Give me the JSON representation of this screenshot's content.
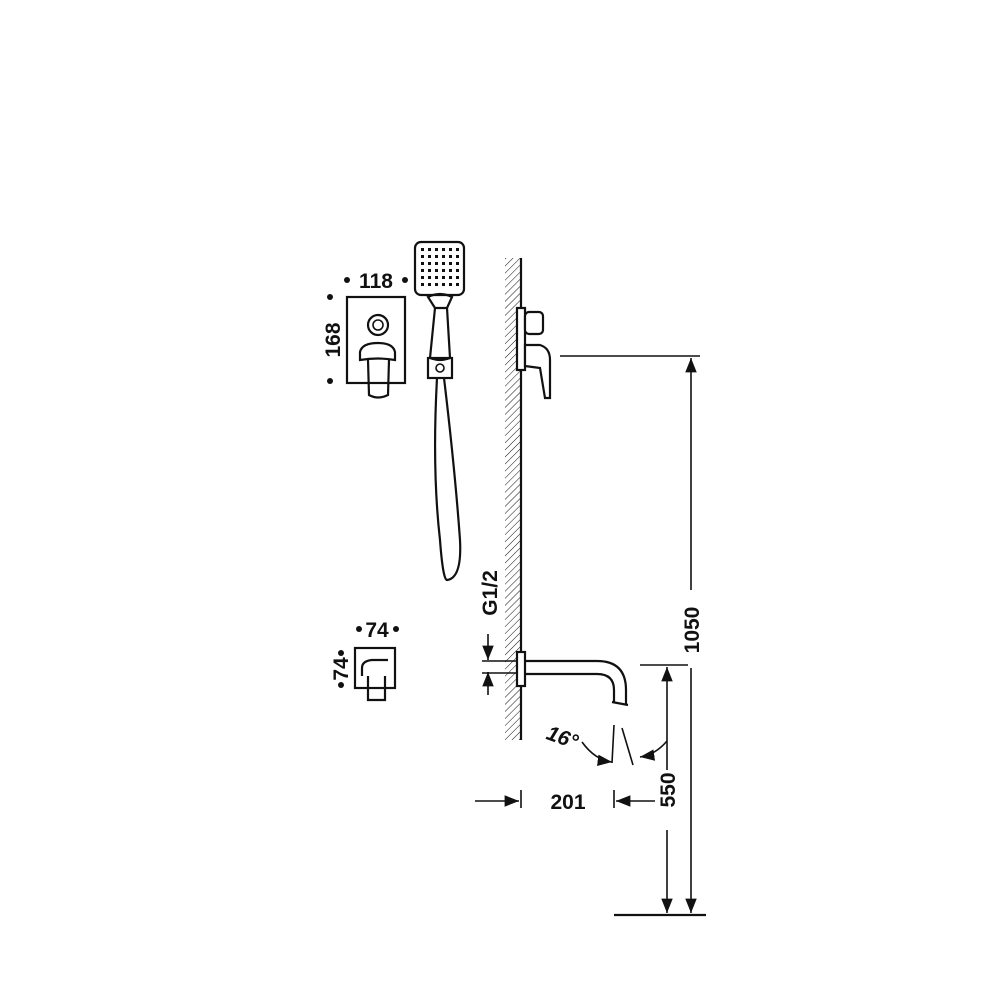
{
  "dimensions": {
    "mixer_plate_width": "118",
    "mixer_plate_height": "168",
    "spout_plate_width": "74",
    "spout_plate_height": "74",
    "spout_thread": "G1/2",
    "spout_angle": "16°",
    "spout_projection": "201",
    "spout_height": "550",
    "mixer_height": "1050"
  },
  "colors": {
    "ink": "#111111",
    "background": "#ffffff"
  }
}
